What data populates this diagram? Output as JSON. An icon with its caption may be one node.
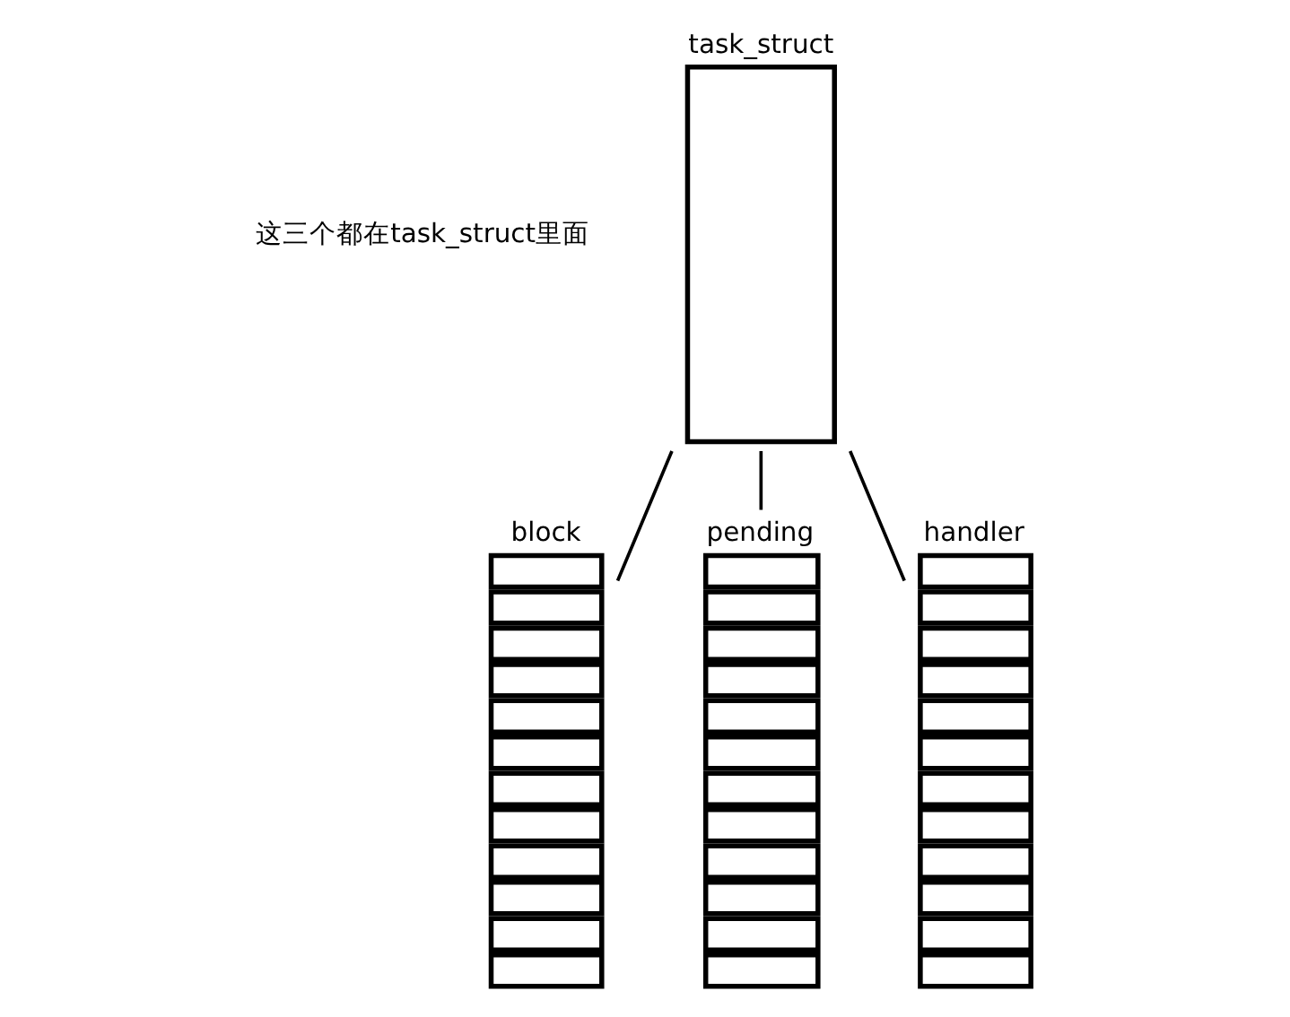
{
  "diagram": {
    "nodes": [
      {
        "text": [
          "task_struct"
        ]
      },
      {
        "text": [
          "block"
        ]
      },
      {
        "text": [
          "pending"
        ]
      },
      {
        "text": [
          "handler"
        ]
      }
    ],
    "edges": [
      {
        "from": 0,
        "to": 1,
        "arrow": "none"
      },
      {
        "from": 0,
        "to": 2,
        "arrow": "none"
      },
      {
        "from": 0,
        "to": 3,
        "arrow": "none"
      }
    ],
    "labels": [
      "这三个都在task_struct里面"
    ]
  }
}
